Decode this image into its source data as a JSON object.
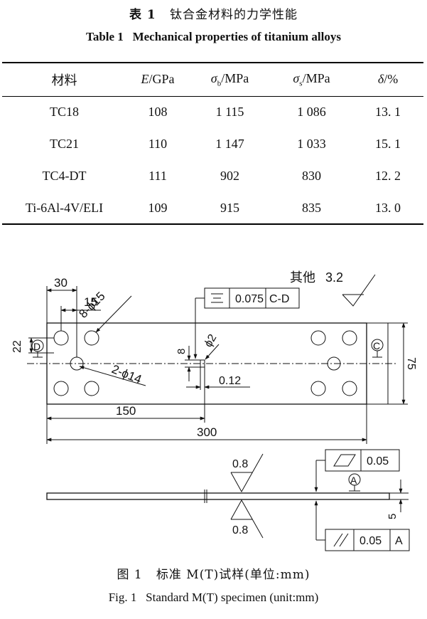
{
  "table": {
    "caption_cn_label": "表 1",
    "caption_cn_text": "钛合金材料的力学性能",
    "caption_en_label": "Table 1",
    "caption_en_text": "Mechanical properties of titanium alloys",
    "headers": {
      "material": "材料",
      "e_sym": "E",
      "e_unit": "/GPa",
      "sb_sym": "σ",
      "sb_sub": "b",
      "sb_unit": "/MPa",
      "ss_sym": "σ",
      "ss_sub": "s",
      "ss_unit": "/MPa",
      "d_sym": "δ",
      "d_unit": "/%"
    },
    "rows": [
      [
        "TC18",
        "108",
        "1 115",
        "1 086",
        "13. 1"
      ],
      [
        "TC21",
        "110",
        "1 147",
        "1 033",
        "15. 1"
      ],
      [
        "TC4-DT",
        "111",
        "902",
        "830",
        "12. 2"
      ],
      [
        "Ti-6Al-4V/ELI",
        "109",
        "915",
        "835",
        "13. 0"
      ]
    ]
  },
  "figure": {
    "other_roughness": "其他",
    "other_roughness_value": "3.2",
    "dims": {
      "d30": "30",
      "d15": "15",
      "holes_8": "8-ϕ15",
      "holes_2": "2-ϕ14",
      "pin": "ϕ2",
      "d8": "8",
      "d22": "22",
      "d75": "75",
      "d012": "0.12",
      "d150": "150",
      "d300": "300",
      "d5": "5"
    },
    "datums": {
      "d": "D",
      "c": "C",
      "a": "A"
    },
    "sym_frame": {
      "tol": "0.075",
      "ref": "C-D"
    },
    "flat_frame": {
      "tol": "0.05"
    },
    "par_frame": {
      "tol": "0.05",
      "ref": "A"
    },
    "roughness_top": "0.8",
    "roughness_bottom": "0.8",
    "caption_cn_label": "图 1",
    "caption_cn_text": "标准 M(T)试样(单位:mm)",
    "caption_en_label": "Fig. 1",
    "caption_en_text": "Standard M(T) specimen (unit:mm)"
  }
}
